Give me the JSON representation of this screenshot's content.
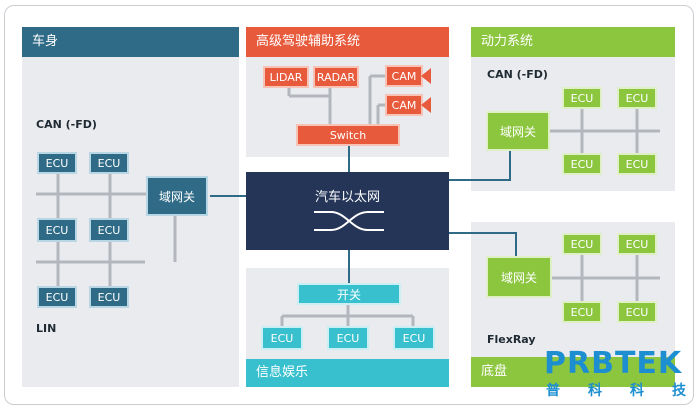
{
  "colors": {
    "body_accent": "#2f6b86",
    "adas_accent": "#e85a3c",
    "power_accent": "#8cc63f",
    "info_accent": "#38c0cf",
    "ethernet_core": "#243558",
    "logo": "#1d8fd1"
  },
  "body_domain": {
    "title": "车身",
    "bus_top": "CAN (-FD)",
    "bus_bottom": "LIN",
    "gateway": "域网关",
    "ecus": [
      "ECU",
      "ECU",
      "ECU",
      "ECU",
      "ECU",
      "ECU"
    ]
  },
  "adas_domain": {
    "title": "高级驾驶辅助系统",
    "lidar": "LIDAR",
    "radar": "RADAR",
    "cam1": "CAM",
    "cam2": "CAM",
    "switch": "Switch"
  },
  "powertrain_domain": {
    "title": "动力系统",
    "bus": "CAN (-FD)",
    "gateway": "域网关",
    "ecus": [
      "ECU",
      "ECU",
      "ECU",
      "ECU"
    ]
  },
  "chassis_domain": {
    "title": "底盘",
    "bus": "FlexRay",
    "gateway": "域网关",
    "ecus": [
      "ECU",
      "ECU",
      "ECU",
      "ECU"
    ]
  },
  "infotainment_domain": {
    "title": "信息娱乐",
    "switch": "开关",
    "ecus": [
      "ECU",
      "ECU",
      "ECU"
    ]
  },
  "core": {
    "label": "汽车以太网",
    "icon": "crossover-switch-icon"
  },
  "logo": {
    "main": "PRBTEK",
    "sub": [
      "普",
      "科",
      "科",
      "技"
    ]
  }
}
